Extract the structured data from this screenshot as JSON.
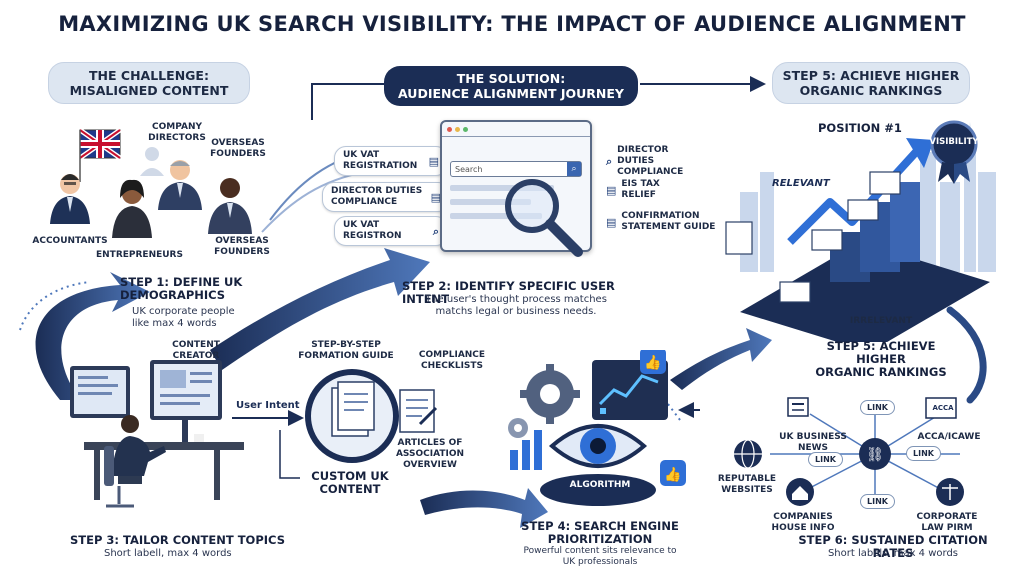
{
  "title": "Maximizing UK Search Visibility: The Impact of Audience Alignment",
  "challenge": {
    "header_line1": "The Challenge:",
    "header_line2": "Misaligned Content",
    "labels": {
      "company_directors": "Company Directors",
      "overseas_founders_top": "Overseas Founders",
      "accountants": "Accountants",
      "entrepreneurs": "Entrepreneurs",
      "overseas_founders_bottom": "Overseas Founders"
    }
  },
  "solution": {
    "header_line1": "The Solution:",
    "header_line2": "Audience Alignment Journey"
  },
  "step5_top": {
    "line1": "Step 5: Achieve Higher",
    "line2": "Organic Rankings"
  },
  "search": {
    "placeholder": "Search",
    "left_chips": [
      "UK VAT Registration",
      "Director Duties Compliance",
      "UK VAT Registron"
    ],
    "right_chips": [
      "Director Duties Compliance",
      "EIS Tax Relief",
      "Confirmation Statement Guide"
    ]
  },
  "step1": {
    "title_line1": "Step 1: Define UK",
    "title_line2": "Demographics",
    "desc": "UK corporate people like max 4 words"
  },
  "step2": {
    "title": "Step 2: Identify Specific User Intent",
    "desc": "The user's thought process matches matchs legal or business needs."
  },
  "step3": {
    "title": "Step 3: Tailor Content Topics",
    "desc": "Short labell, max 4 words",
    "content_creator": "Content Creator",
    "user_intent": "User Intent",
    "step_by_step": "Step-by-Step Formation Guide",
    "compliance_checklists": "Compliance Checklists",
    "articles": "Articles of Association Overview",
    "custom_uk_content": "Custom UK Content"
  },
  "step4": {
    "title_line1": "Step 4: Search Engine",
    "title_line2": "Prioritization",
    "desc": "Powerful content sits relevance to UK professionals",
    "algorithm": "Algorithm"
  },
  "rankings": {
    "position": "Position #1",
    "badge": "Visibility",
    "relevant": "Relevant",
    "irrelevant": "Irrelevant",
    "step5_mid_line1": "Step 5: Achieve Higher",
    "step5_mid_line2": "Organic Rankings"
  },
  "step6": {
    "title": "Step 6: Sustained Citation Rates",
    "desc": "Short labels, max 4 words",
    "nodes": {
      "uk_business_news": "UK Business News",
      "acca": "ACCA/ICAWE",
      "acca_logo": "ACCA",
      "reputable_websites": "Reputable Websites",
      "companies_house": "Companies House Info",
      "corporate_law": "Corporate Law Pirm"
    },
    "link_label": "Link"
  },
  "colors": {
    "navy": "#1b2d55",
    "accent_blue": "#2f6fd6",
    "light_panel": "#dde6f1"
  }
}
